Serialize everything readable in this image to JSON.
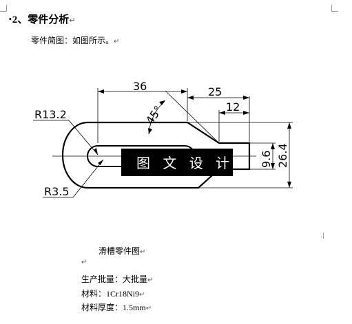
{
  "heading": {
    "bullet": "·",
    "number": "2",
    "separator": "、",
    "title": "零件分析",
    "mark": "↵"
  },
  "intro": {
    "text": "零件简图：如图所示。",
    "mark": "↵"
  },
  "drawing": {
    "dimensions": {
      "top_width": "36",
      "right_width": "25",
      "slot_step": "12",
      "angle": "45°",
      "outer_radius": "R13.2",
      "inner_radius": "R3.5",
      "slot_height": "9.6",
      "total_height": "26.4"
    },
    "watermark": "图 文 设 计"
  },
  "caption": {
    "text": "滑槽零件图",
    "mark": "↵"
  },
  "blank_paragraph_mark": "↵",
  "info": [
    {
      "label": "生产批量：",
      "value": "大批量",
      "mark": "↵"
    },
    {
      "label": "材料：",
      "value": "1Cr18Ni9",
      "mark": "↵"
    },
    {
      "label": "材料厚度：",
      "value": "1.5mm",
      "mark": "↵"
    }
  ],
  "small_mark": ".|"
}
